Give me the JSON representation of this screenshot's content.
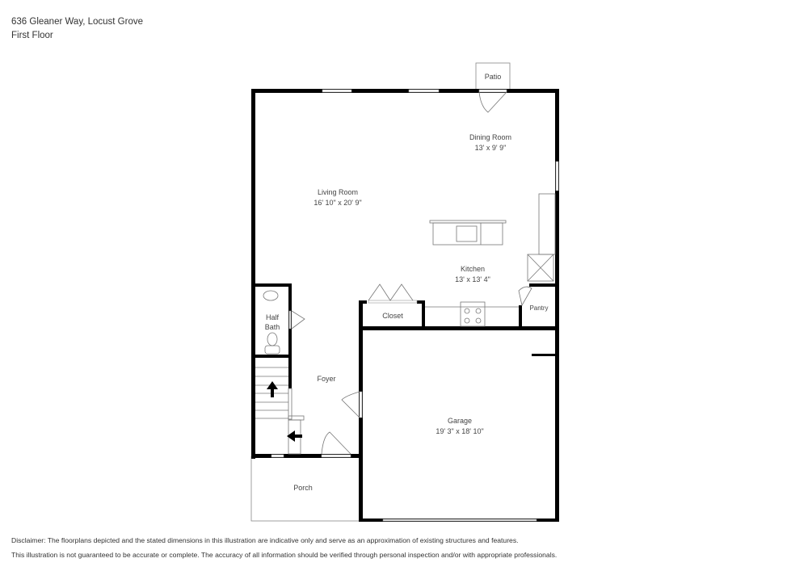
{
  "header": {
    "address": "636 Gleaner Way, Locust Grove",
    "floor": "First Floor"
  },
  "rooms": [
    {
      "id": "patio",
      "name": "Patio",
      "dims": ""
    },
    {
      "id": "dining",
      "name": "Dining Room",
      "dims": "13' x 9' 9\""
    },
    {
      "id": "living",
      "name": "Living Room",
      "dims": "16' 10\" x 20' 9\""
    },
    {
      "id": "kitchen",
      "name": "Kitchen",
      "dims": "13' x 13' 4\""
    },
    {
      "id": "halfbath",
      "name": "Half",
      "name2": "Bath",
      "dims": ""
    },
    {
      "id": "closet",
      "name": "Closet",
      "dims": ""
    },
    {
      "id": "pantry",
      "name": "Pantry",
      "dims": ""
    },
    {
      "id": "foyer",
      "name": "Foyer",
      "dims": ""
    },
    {
      "id": "garage",
      "name": "Garage",
      "dims": "19' 3\" x 18' 10\""
    },
    {
      "id": "porch",
      "name": "Porch",
      "dims": ""
    }
  ],
  "disclaimer": {
    "line1": "Disclaimer: The floorplans depicted and the stated dimensions in this illustration are indicative only and serve as an approximation of existing structures and features.",
    "line2": "This illustration is not guaranteed to be accurate or complete. The accuracy of all information should be verified through personal inspection and/or with appropriate professionals."
  },
  "colors": {
    "wall": "#000000",
    "fixture": "#777777",
    "text": "#333333"
  }
}
